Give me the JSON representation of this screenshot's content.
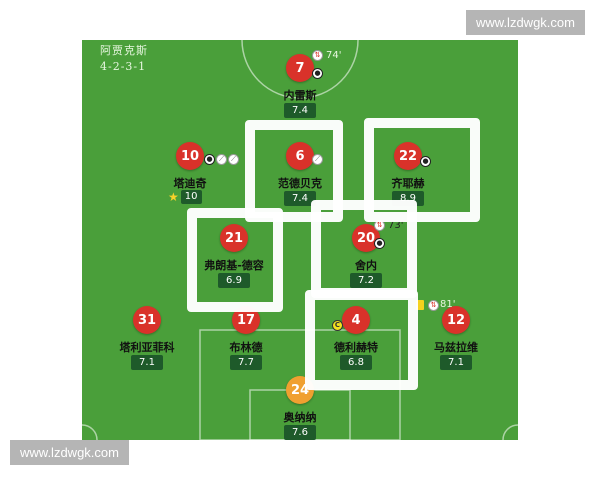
{
  "team": {
    "name": "阿贾克斯",
    "formation": "4-2-3-1"
  },
  "watermark": "www.lzdwgk.com",
  "colors": {
    "pitch": "#4a9f3a",
    "player": "#d9322a",
    "goalkeeper": "#f0a030",
    "rating_bg": "#1e5a2a"
  },
  "players": [
    {
      "number": "7",
      "name": "内雷斯",
      "rating": "7.4",
      "sub_minute": "74'"
    },
    {
      "number": "10",
      "name": "塔迪奇",
      "rating": "",
      "star_rating": "10"
    },
    {
      "number": "6",
      "name": "范德贝克",
      "rating": "7.4"
    },
    {
      "number": "22",
      "name": "齐耶赫",
      "rating": "8.9"
    },
    {
      "number": "21",
      "name": "弗朗基-德容",
      "rating": "6.9"
    },
    {
      "number": "20",
      "name": "舍内",
      "rating": "7.2",
      "sub_minute": "73'"
    },
    {
      "number": "31",
      "name": "塔利亚菲科",
      "rating": "7.1"
    },
    {
      "number": "17",
      "name": "布林德",
      "rating": "7.7"
    },
    {
      "number": "4",
      "name": "德利赫特",
      "rating": "6.8"
    },
    {
      "number": "12",
      "name": "马兹拉维",
      "rating": "7.1",
      "sub_minute": "81'"
    },
    {
      "number": "24",
      "name": "奥纳纳",
      "rating": "7.6"
    }
  ]
}
